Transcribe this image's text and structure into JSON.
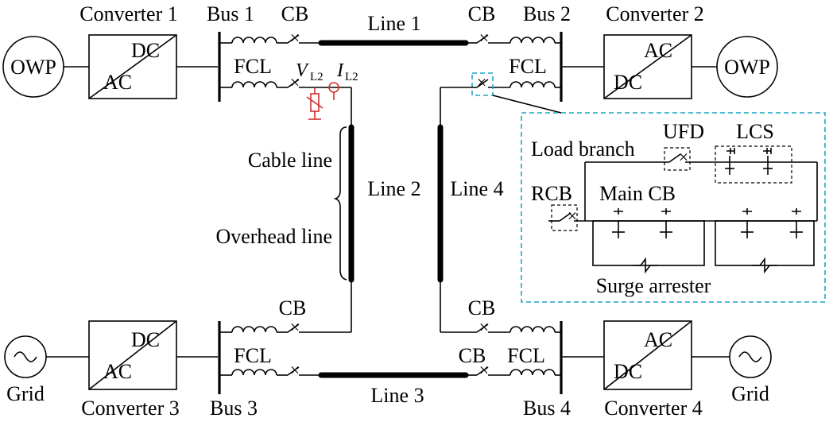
{
  "converters": {
    "c1": {
      "title": "Converter 1",
      "top": "DC",
      "bottom": "AC"
    },
    "c2": {
      "title": "Converter 2",
      "top": "AC",
      "bottom": "DC"
    },
    "c3": {
      "title": "Converter 3",
      "top": "DC",
      "bottom": "AC"
    },
    "c4": {
      "title": "Converter 4",
      "top": "AC",
      "bottom": "DC"
    }
  },
  "sources": {
    "owp_left": "OWP",
    "owp_right": "OWP",
    "grid_left": "Grid",
    "grid_right": "Grid"
  },
  "buses": {
    "b1": "Bus 1",
    "b2": "Bus 2",
    "b3": "Bus 3",
    "b4": "Bus 4"
  },
  "lines": {
    "l1": "Line 1",
    "l2": "Line 2",
    "l3": "Line 3",
    "l4": "Line 4"
  },
  "labels": {
    "cb": "CB",
    "fcl": "FCL",
    "voltage_symbol": "V",
    "voltage_sub": "L2",
    "current_symbol": "I",
    "current_sub": "L2",
    "cable_line": "Cable line",
    "overhead_line": "Overhead line"
  },
  "inset": {
    "ufd": "UFD",
    "lcs": "LCS",
    "load_branch": "Load branch",
    "rcb": "RCB",
    "main_cb": "Main CB",
    "surge_arrester": "Surge arrester"
  },
  "colors": {
    "measurement": "#d32f2f",
    "inset_border": "#1fa5c8"
  }
}
